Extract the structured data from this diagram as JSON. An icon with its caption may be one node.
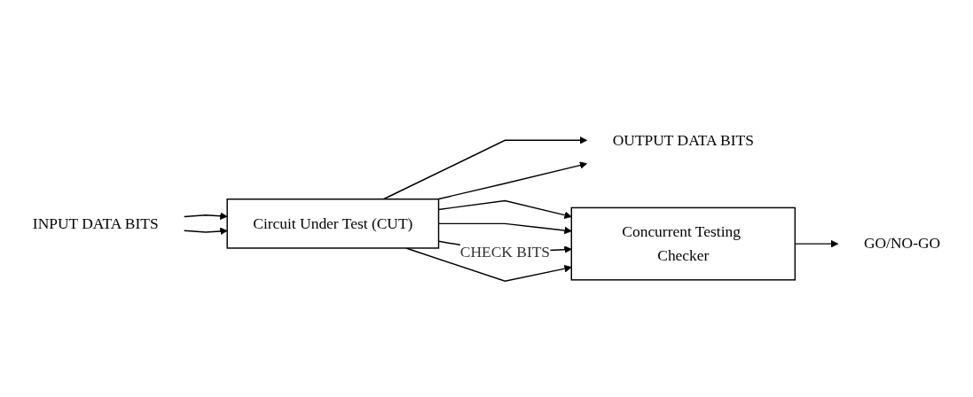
{
  "diagram": {
    "nodes": [
      {
        "text": [
          "INPUT DATA BITS"
        ]
      },
      {
        "text": [
          "Circuit Under Test (CUT)"
        ]
      },
      {
        "text": [
          "OUTPUT DATA BITS"
        ]
      },
      {
        "text": [
          "Concurrent Testing Checker"
        ]
      },
      {
        "text": [
          "GO/NO-GO"
        ]
      }
    ],
    "edges": [
      {
        "from": 0,
        "to": 1,
        "arrow": "to"
      },
      {
        "from": 0,
        "to": 1,
        "arrow": "to"
      },
      {
        "from": 1,
        "to": 2,
        "arrow": "to"
      },
      {
        "from": 1,
        "to": 2,
        "arrow": "to"
      },
      {
        "from": 1,
        "to": 3,
        "arrow": "to"
      },
      {
        "from": 1,
        "to": 3,
        "arrow": "to"
      },
      {
        "from": 1,
        "to": 3,
        "arrow": "to",
        "label": "CHECK BITS"
      },
      {
        "from": 1,
        "to": 3,
        "arrow": "to"
      },
      {
        "from": 3,
        "to": 4,
        "arrow": "to"
      }
    ]
  }
}
